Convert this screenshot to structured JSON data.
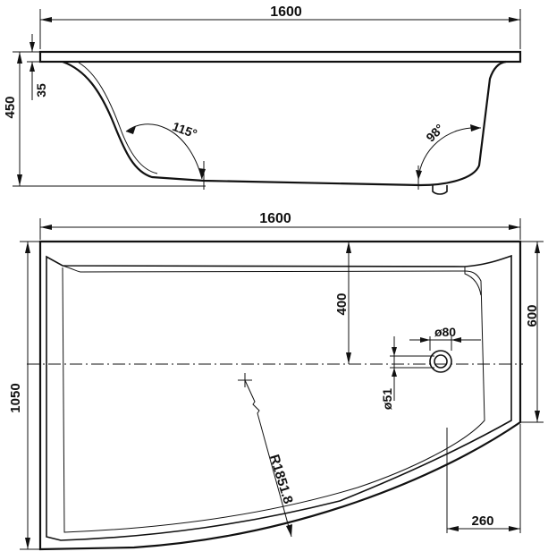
{
  "drawing": {
    "side_view": {
      "overall_length": "1600",
      "height": "450",
      "rim_thickness": "35",
      "angle_left": "115°",
      "angle_right": "98°"
    },
    "top_view": {
      "overall_length": "1600",
      "overall_width": "1050",
      "right_end_width": "600",
      "inner_depth": "400",
      "drain_diameter": "ø80",
      "overflow_diameter": "ø51",
      "curve_radius": "R1851.8",
      "corner_offset": "260"
    }
  }
}
